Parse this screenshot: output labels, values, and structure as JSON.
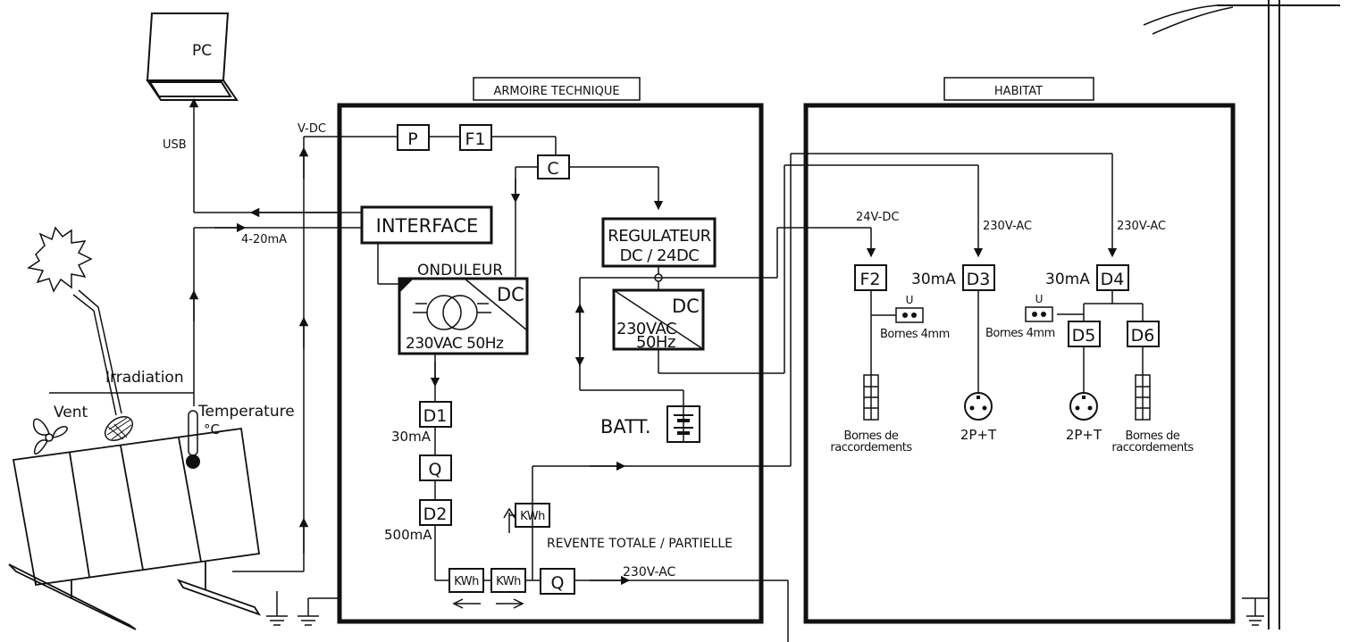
{
  "sections": {
    "armoire": "ARMOIRE TECHNIQUE",
    "habitat": "HABITAT"
  },
  "external": {
    "pc": "PC",
    "usb": "USB",
    "v_dc": "V-DC",
    "current_loop": "4-20mA",
    "irradiation": "Irradiation",
    "vent": "Vent",
    "temperature": "Temperature",
    "temperature_unit": "°C"
  },
  "armoire": {
    "p": "P",
    "f1": "F1",
    "c": "C",
    "interface": "INTERFACE",
    "onduleur": "ONDULEUR",
    "onduleur_dc": "DC",
    "onduleur_ac": "230VAC 50Hz",
    "regulateur_line1": "REGULATEUR",
    "regulateur_line2": "DC / 24DC",
    "reg_dc": "DC",
    "reg_ac1": "230VAC",
    "reg_ac2": "50Hz",
    "batt": "BATT.",
    "d1": "D1",
    "d1_rating": "30mA",
    "q1": "Q",
    "d2": "D2",
    "d2_rating": "500mA",
    "kwh": "KWh",
    "kwh_out": "KWh",
    "kwh_in": "KWh",
    "q2": "Q",
    "revente": "REVENTE TOTALE / PARTIELLE",
    "ac_out": "230V-AC"
  },
  "habitat": {
    "dc24": "24V-DC",
    "ac1": "230V-AC",
    "ac2": "230V-AC",
    "f2": "F2",
    "d3": "D3",
    "d3_rating": "30mA",
    "d4": "D4",
    "d4_rating": "30mA",
    "d5": "D5",
    "d6": "D6",
    "u1": "U",
    "u2": "U",
    "bornes1": "Bornes 4mm",
    "bornes2": "Bornes 4mm",
    "racc1_line1": "Bornes de",
    "racc1_line2": "raccordements",
    "racc2_line1": "Bornes de",
    "racc2_line2": "raccordements",
    "socket1": "2P+T",
    "socket2": "2P+T"
  }
}
